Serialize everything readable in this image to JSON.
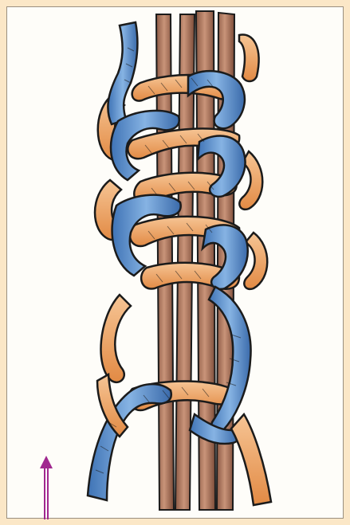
{
  "figure": {
    "subject": "macrame-knot-illustration",
    "colors": {
      "page_background": "#fbe7c7",
      "panel_background": "#fefdf9",
      "blue_cord": "#5a8fca",
      "blue_cord_light": "#86b3e3",
      "orange_cord": "#f0a466",
      "orange_cord_light": "#f6c595",
      "core_cord": "#a96f57",
      "core_cord_light": "#c99479",
      "outline": "#1b1b1b",
      "arrow": "#a0288f"
    },
    "arrow_direction": "up",
    "icons": [
      "macrame-spiral-knot-illustration",
      "arrow-up-icon"
    ]
  }
}
